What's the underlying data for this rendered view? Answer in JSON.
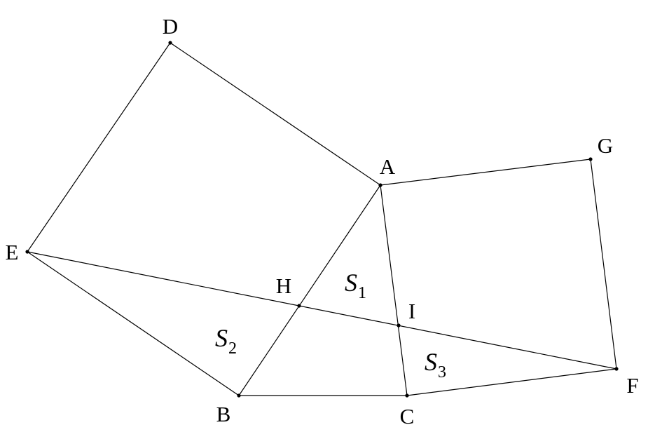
{
  "points": [
    {
      "id": "A",
      "label": "A"
    },
    {
      "id": "B",
      "label": "B"
    },
    {
      "id": "C",
      "label": "C"
    },
    {
      "id": "D",
      "label": "D"
    },
    {
      "id": "E",
      "label": "E"
    },
    {
      "id": "F",
      "label": "F"
    },
    {
      "id": "G",
      "label": "G"
    },
    {
      "id": "H",
      "label": "H"
    },
    {
      "id": "I",
      "label": "I"
    }
  ],
  "segments": [
    [
      "A",
      "B"
    ],
    [
      "B",
      "C"
    ],
    [
      "C",
      "A"
    ],
    [
      "A",
      "D"
    ],
    [
      "D",
      "E"
    ],
    [
      "E",
      "B"
    ],
    [
      "A",
      "G"
    ],
    [
      "G",
      "F"
    ],
    [
      "F",
      "C"
    ],
    [
      "E",
      "F"
    ]
  ],
  "regions": [
    {
      "id": "S1",
      "letter": "S",
      "subscript": "1"
    },
    {
      "id": "S2",
      "letter": "S",
      "subscript": "2"
    },
    {
      "id": "S3",
      "letter": "S",
      "subscript": "3"
    }
  ]
}
